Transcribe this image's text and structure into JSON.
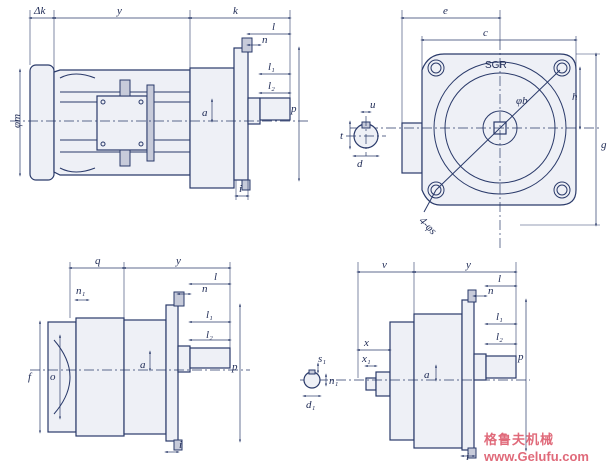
{
  "labels": {
    "delta_k": "Δk",
    "y": "y",
    "k": "k",
    "l": "l",
    "n": "n",
    "l1": "l₁",
    "l2": "l₂",
    "phi_m": "φm",
    "a": "a",
    "p": "p",
    "i": "i",
    "e": "e",
    "c": "c",
    "sgr": "SGR",
    "h": "h",
    "g": "g",
    "phi_b": "φb",
    "u": "u",
    "t": "t",
    "d": "d",
    "four_phi_s": "4-φs",
    "q": "q",
    "y2": "y",
    "l_b": "l",
    "n_b": "n",
    "n1": "n₁",
    "l1_b": "l₁",
    "l2_b": "l₂",
    "f": "f",
    "o": "o",
    "a_b": "a",
    "p_b": "p",
    "i_b": "i",
    "x": "x",
    "x1": "x₁",
    "s1": "s₁",
    "n1_c": "n₁",
    "d1": "d₁",
    "v": "v",
    "y3": "y",
    "l_c": "l",
    "n_c": "n",
    "l1_c": "l₁",
    "l2_c": "l₂",
    "a_c": "a",
    "p_c": "p",
    "i_c": "i"
  },
  "watermark": {
    "cn": "格鲁夫机械",
    "url": "www.Gelufu.com"
  }
}
